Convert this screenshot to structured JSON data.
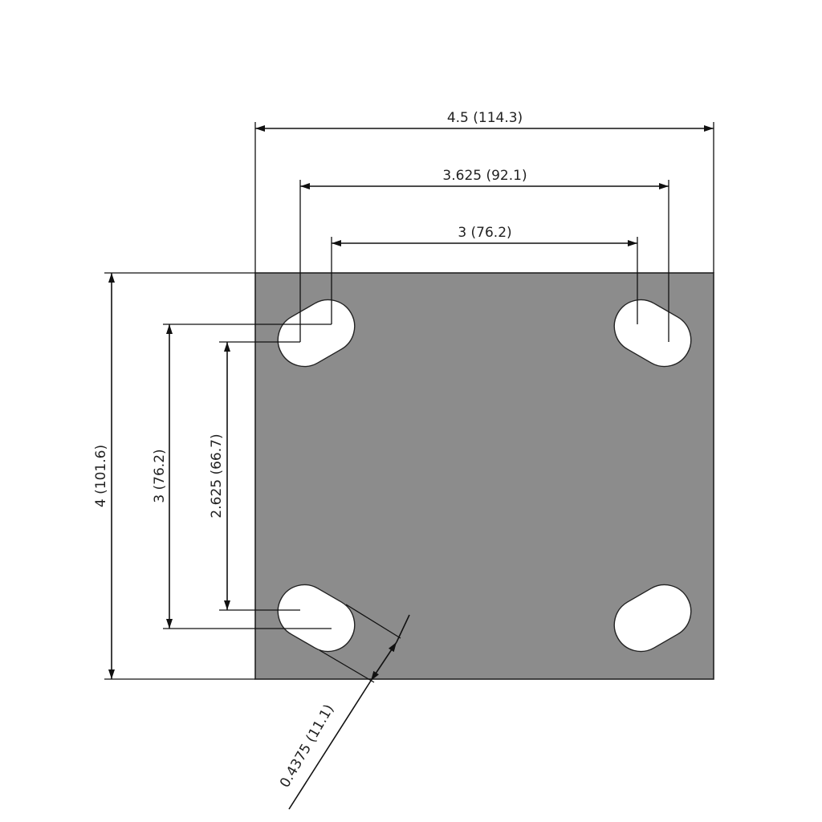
{
  "plate": {
    "fill_color": "#8c8c8c",
    "outline_color": "#222222",
    "slot_fill": "#ffffff"
  },
  "dimensions": {
    "overall_width": "4.5 (114.3)",
    "slot_outer_width": "3.625 (92.1)",
    "slot_inner_width": "3 (76.2)",
    "overall_height": "4 (101.6)",
    "slot_outer_height": "3 (76.2)",
    "slot_inner_height": "2.625 (66.7)",
    "slot_width": "0.4375 (11.1)"
  }
}
